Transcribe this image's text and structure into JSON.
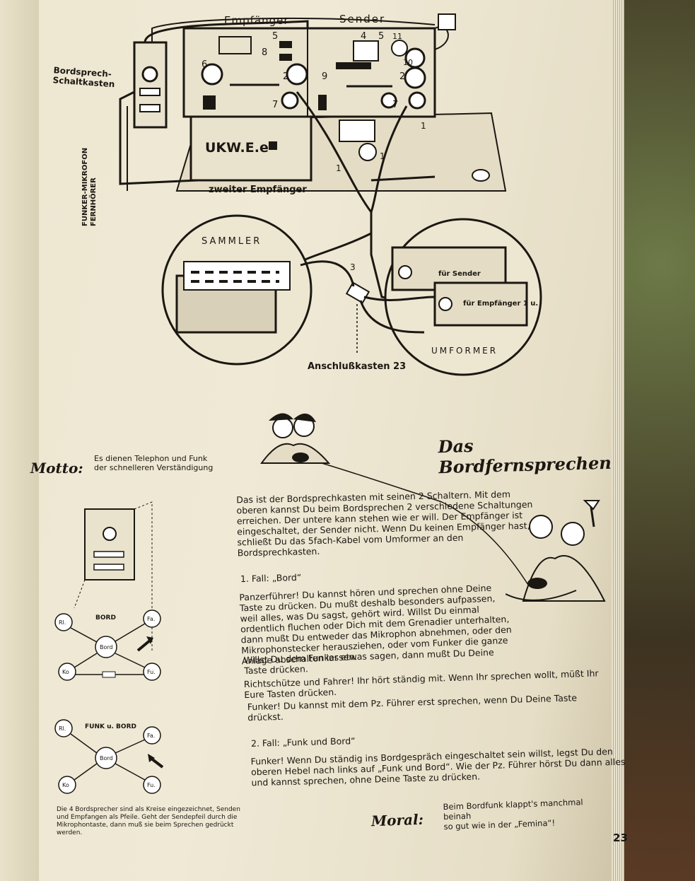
{
  "diagram": {
    "receiver_label": "Empfänger",
    "transmitter_label": "Sender",
    "control_box_label": "Bordsprech-\nSchaltkasten",
    "second_receiver_unit": "UKW.E.e",
    "second_receiver_label": "zweiter Empfänger",
    "cable_label": "FUNKER-MIKROFON\nFERNHÖRER",
    "battery_label": "SAMMLER",
    "converter_label": "UMFORMER",
    "junction_label": "Anschlußkasten 23",
    "for_transmitter": "für Sender",
    "for_receiver": "für Empfänger 1 u.",
    "numbers": [
      "5",
      "4",
      "5",
      "11",
      "6",
      "8",
      "7",
      "2",
      "2",
      "9",
      "10",
      "7",
      "1",
      "1",
      "1",
      "3"
    ]
  },
  "motto": {
    "label": "Motto:",
    "text": "Es dienen Telephon und Funk\nder schnelleren Verständigung"
  },
  "heading": "Das Bordfernsprechen",
  "intro": "Das ist der Bordsprechkasten mit seinen 2 Schaltern. Mit dem oberen kannst Du beim Bordsprechen 2 verschiedene Schaltungen erreichen. Der untere kann stehen wie er will. Der Empfänger ist eingeschaltet, der Sender nicht. Wenn Du keinen Empfänger hast, schließt Du das 5fach-Kabel vom Umformer an den Bordsprechkasten.",
  "case1": {
    "title": "1. Fall: „Bord“",
    "p1": "Panzerführer! Du kannst hören und sprechen ohne Deine Taste zu drücken. Du mußt deshalb besonders aufpassen, weil alles, was Du sagst, gehört wird. Willst Du einmal ordentlich fluchen oder Dich mit dem Grenadier unterhalten, dann mußt Du entweder das Mikrophon abnehmen, oder den Mikrophonstecker herausziehen, oder vom Funker die ganze Anlage abschalten lassen.",
    "p2": "Willst Du dem Funker etwas sagen, dann mußt Du Deine Taste drücken.",
    "p3": "Richtschütze und Fahrer! Ihr hört ständig mit. Wenn Ihr sprechen wollt, müßt Ihr Eure Tasten drücken.",
    "p4": "Funker! Du kannst mit dem Pz. Führer erst sprechen, wenn Du Deine Taste drückst."
  },
  "case2": {
    "title": "2. Fall: „Funk und Bord“",
    "p1": "Funker! Wenn Du ständig ins Bordgespräch eingeschaltet sein willst, legst Du den oberen Hebel nach links auf „Funk und Bord“. Wie der Pz. Führer hörst Du dann alles und kannst sprechen, ohne Deine Taste zu drücken."
  },
  "schematic": {
    "bord_title": "BORD",
    "funk_title": "FUNK u. BORD",
    "center": "Bord",
    "nodes": [
      "Rl.",
      "Fa.",
      "Ko",
      "Fu."
    ]
  },
  "caption": "Die 4 Bordsprecher sind als Kreise eingezeichnet, Senden und Empfangen als Pfeile. Geht der Sendepfeil durch die Mikrophontaste, dann muß sie beim Sprechen gedrückt werden.",
  "moral": {
    "label": "Moral:",
    "text": "Beim Bordfunk klappt's manchmal beinah\nso gut wie in der „Femina“!"
  },
  "page_number": "23"
}
